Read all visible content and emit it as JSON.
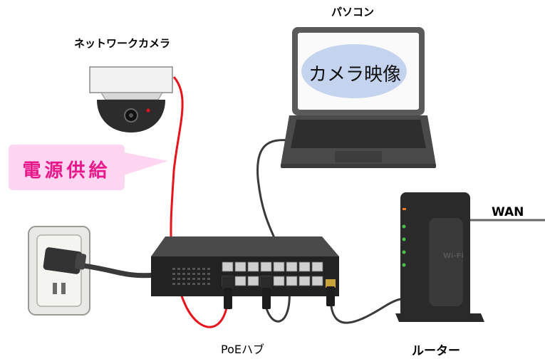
{
  "labels": {
    "camera": "ネットワークカメラ",
    "pc": "パソコン",
    "screen": "カメラ映像",
    "power": "電源供給",
    "hub": "PoEハブ",
    "router": "ルーター",
    "wan": "WAN",
    "router_logo": "Wi-Fi"
  },
  "colors": {
    "power_cable": "#e8141c",
    "lan_cable": "#3a3a3a",
    "bubble_fill": "#ffd6f2",
    "bubble_text": "#e8178a",
    "screen_ellipse": "#c4d3ee",
    "led": "#4cc24c",
    "camera_led": "#e8141c",
    "router_accent": "#f07a1a"
  },
  "icons": [
    "network-camera-icon",
    "laptop-icon",
    "poe-hub-icon",
    "router-icon",
    "wall-outlet-icon",
    "power-plug-icon"
  ]
}
